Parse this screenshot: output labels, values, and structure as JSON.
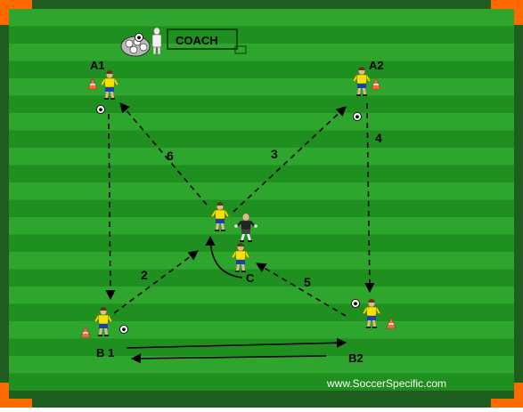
{
  "field": {
    "outer_color": "#1f5e1f",
    "stripe_light": "#2ea62e",
    "stripe_dark": "#1f8f1f",
    "corner_color": "#ff6a00"
  },
  "coach": {
    "label": "COACH"
  },
  "positions": {
    "a1": "A1",
    "a2": "A2",
    "b1": "B 1",
    "b2": "B2",
    "c": "C"
  },
  "passes": {
    "p2": "2",
    "p3": "3",
    "p4": "4",
    "p5": "5",
    "p6": "6"
  },
  "watermark": "www.SoccerSpecific.com",
  "colors": {
    "jersey": "#f4e200",
    "shorts": "#1a3fb0",
    "keeper": "#222222",
    "cone": "#ff6a3a",
    "ball": "#ffffff"
  }
}
